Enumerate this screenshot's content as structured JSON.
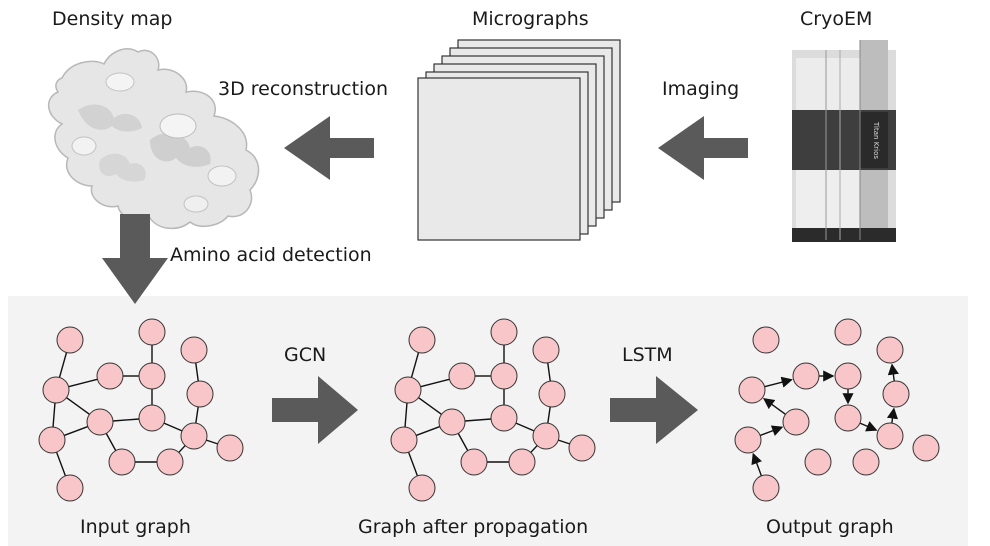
{
  "top": {
    "density_map_label": "Density map",
    "micrographs_label": "Micrographs",
    "cryoem_label": "CryoEM",
    "reconstruction_label": "3D reconstruction",
    "imaging_label": "Imaging",
    "detection_label": "Amino acid detection",
    "microscope_brand_text": "Titan Krios"
  },
  "bottom": {
    "gcn_label": "GCN",
    "lstm_label": "LSTM",
    "input_graph_label": "Input graph",
    "propagation_graph_label": "Graph after propagation",
    "output_graph_label": "Output graph"
  },
  "colors": {
    "node_fill": "#f8c6c8",
    "node_stroke": "#333333",
    "arrow_fill": "#5a5a5a",
    "panel_bg": "#f3f3f3",
    "protein_surface": "#e8e8e8",
    "micrograph_fill": "#e9e9e9"
  }
}
